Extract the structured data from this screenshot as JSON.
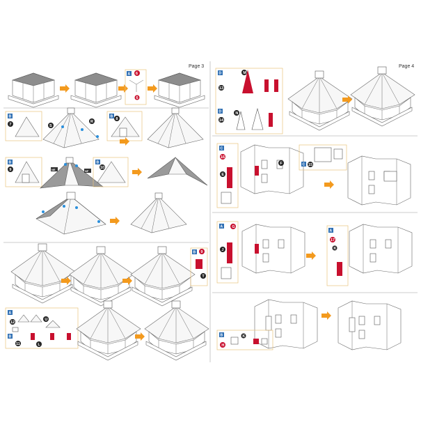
{
  "pages": [
    {
      "label": "Page 3"
    },
    {
      "label": "Page 4"
    }
  ],
  "badges": {
    "part_a": "A",
    "part_b": "B",
    "part_c": "C",
    "part_d": "D"
  },
  "callouts": {
    "p3_6": "6",
    "p3_7": "7",
    "p3_8": "8",
    "p3_9": "9",
    "p3_10": "10",
    "p3_11": "11",
    "p3_12": "12",
    "p4_13": "13",
    "p4_14": "14",
    "p4_15": "15",
    "p4_16": "16",
    "p4_17": "17"
  },
  "piece_letters": {
    "s": "S",
    "r": "R",
    "t": "T",
    "u": "U",
    "l": "L",
    "m": "M",
    "n": "N",
    "e": "E",
    "f": "F",
    "g": "G",
    "h": "H",
    "j": "J",
    "k": "K"
  },
  "tags": {
    "ne": "NE",
    "nf": "NF"
  },
  "colors": {
    "accent_blue": "#2f6fb3",
    "arrow_orange": "#f39a1e",
    "highlight_red": "#c8102e",
    "dot_blue": "#2a8fdc"
  }
}
